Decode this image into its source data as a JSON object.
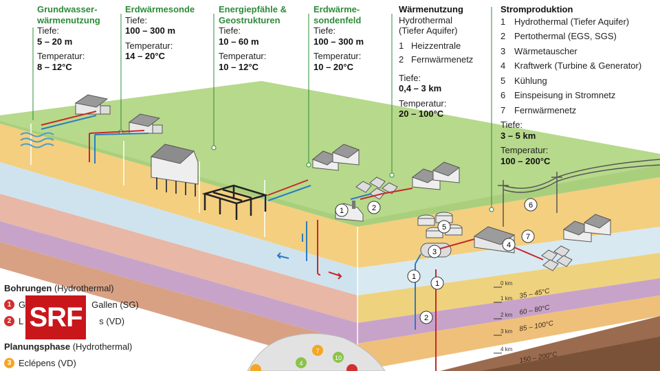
{
  "columns": [
    {
      "title": "Grundwasser-\nwärmenutzung",
      "depth_label": "Tiefe:",
      "depth_value": "5 – 20 m",
      "temp_label": "Temperatur:",
      "temp_value": "8 – 12°C"
    },
    {
      "title": "Erdwärmesonde",
      "depth_label": "Tiefe:",
      "depth_value": "100 – 300 m",
      "temp_label": "Temperatur:",
      "temp_value": "14 – 20°C"
    },
    {
      "title": "Energiepfähle &\nGeostrukturen",
      "depth_label": "Tiefe:",
      "depth_value": "10 – 60 m",
      "temp_label": "Temperatur:",
      "temp_value": "10 – 12°C"
    },
    {
      "title": "Erdwärme-\nsondenfeld",
      "depth_label": "Tiefe:",
      "depth_value": "100 – 300 m",
      "temp_label": "Temperatur:",
      "temp_value": "10 – 20°C"
    }
  ],
  "waermenutzung": {
    "title": "Wärmenutzung",
    "subtitle": "Hydrothermal\n(Tiefer Aquifer)",
    "items": [
      {
        "n": "1",
        "label": "Heizzentrale"
      },
      {
        "n": "2",
        "label": "Fernwärmenetz"
      }
    ],
    "depth_label": "Tiefe:",
    "depth_value": "0,4 – 3 km",
    "temp_label": "Temperatur:",
    "temp_value": "20 – 100°C"
  },
  "stromproduktion": {
    "title": "Stromproduktion",
    "items": [
      {
        "n": "1",
        "label": "Hydrothermal (Tiefer Aquifer)"
      },
      {
        "n": "2",
        "label": "Pertothermal (EGS, SGS)"
      },
      {
        "n": "3",
        "label": "Wärmetauscher"
      },
      {
        "n": "4",
        "label": "Kraftwerk (Turbine & Generator)"
      },
      {
        "n": "5",
        "label": "Kühlung"
      },
      {
        "n": "6",
        "label": "Einspeisung in Stromnetz"
      },
      {
        "n": "7",
        "label": "Fernwärmenetz"
      }
    ],
    "depth_label": "Tiefe:",
    "depth_value": "3 – 5 km",
    "temp_label": "Temperatur:",
    "temp_value": "100 – 200°C"
  },
  "legend": {
    "bohrungen_title": "Bohrungen",
    "bohrungen_sub": "(Hydrothermal)",
    "bohrungen": [
      {
        "n": "1",
        "label": "G",
        "label_rest": "Gallen (SG)",
        "color": "#d32f2f"
      },
      {
        "n": "2",
        "label": "L",
        "label_rest": "s (VD)",
        "color": "#d32f2f"
      }
    ],
    "planung_title": "Planungsphase",
    "planung_sub": "(Hydrothermal)",
    "planung": [
      {
        "n": "3",
        "label": "Eclépens (VD)",
        "color": "#f5a623"
      }
    ]
  },
  "logo": "SRF",
  "depth_scale": [
    "0 km",
    "1 km",
    "2 km",
    "3 km",
    "4 km"
  ],
  "temp_zones": [
    "35 – 45°C",
    "60 – 80°C",
    "85 – 100°C",
    "150 – 200°C"
  ],
  "colors": {
    "green": "#2e8b3a",
    "hot": "#c62828",
    "cold": "#2b7bc0",
    "srf": "#c9161b"
  }
}
